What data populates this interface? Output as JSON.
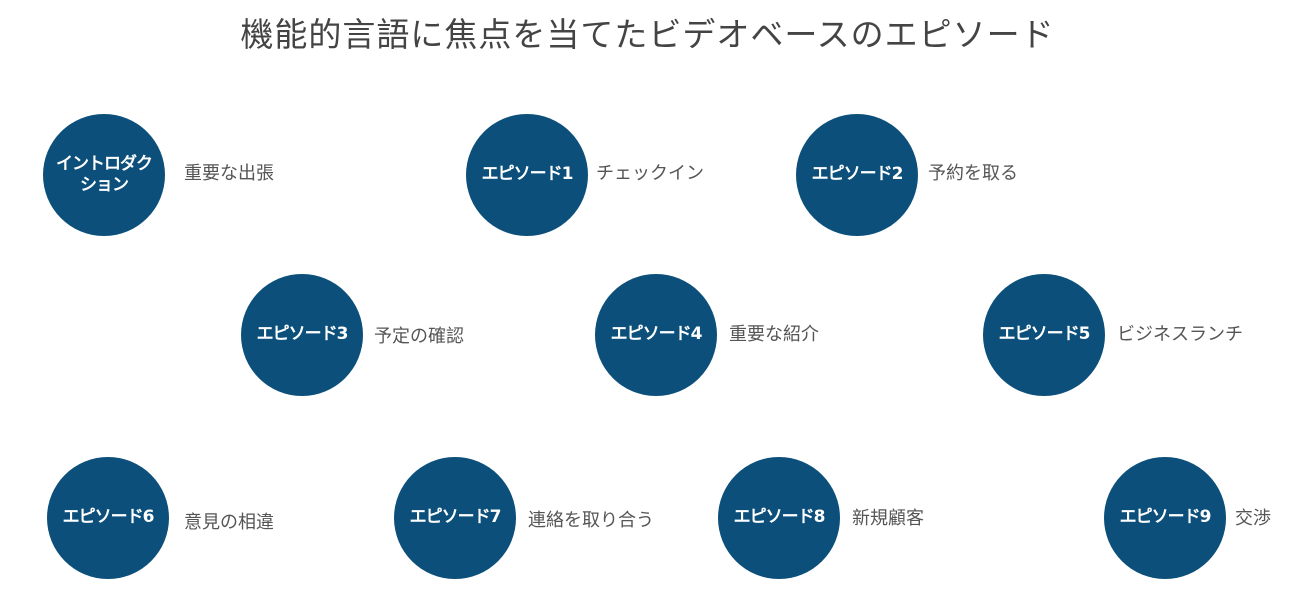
{
  "title": "機能的言語に焦点を当てたビデオベースのエピソード",
  "colors": {
    "circle": "#0b4f7a",
    "label": "#555555",
    "title": "#444444"
  },
  "episodes": [
    {
      "name": "イントロダクション",
      "topic": "重要な出張"
    },
    {
      "name": "エピソード1",
      "topic": "チェックイン"
    },
    {
      "name": "エピソード2",
      "topic": "予約を取る"
    },
    {
      "name": "エピソード3",
      "topic": "予定の確認"
    },
    {
      "name": "エピソード4",
      "topic": "重要な紹介"
    },
    {
      "name": "エピソード5",
      "topic": "ビジネスランチ"
    },
    {
      "name": "エピソード6",
      "topic": "意見の相違"
    },
    {
      "name": "エピソード7",
      "topic": "連絡を取り合う"
    },
    {
      "name": "エピソード8",
      "topic": "新規顧客"
    },
    {
      "name": "エピソード9",
      "topic": "交渉"
    }
  ]
}
